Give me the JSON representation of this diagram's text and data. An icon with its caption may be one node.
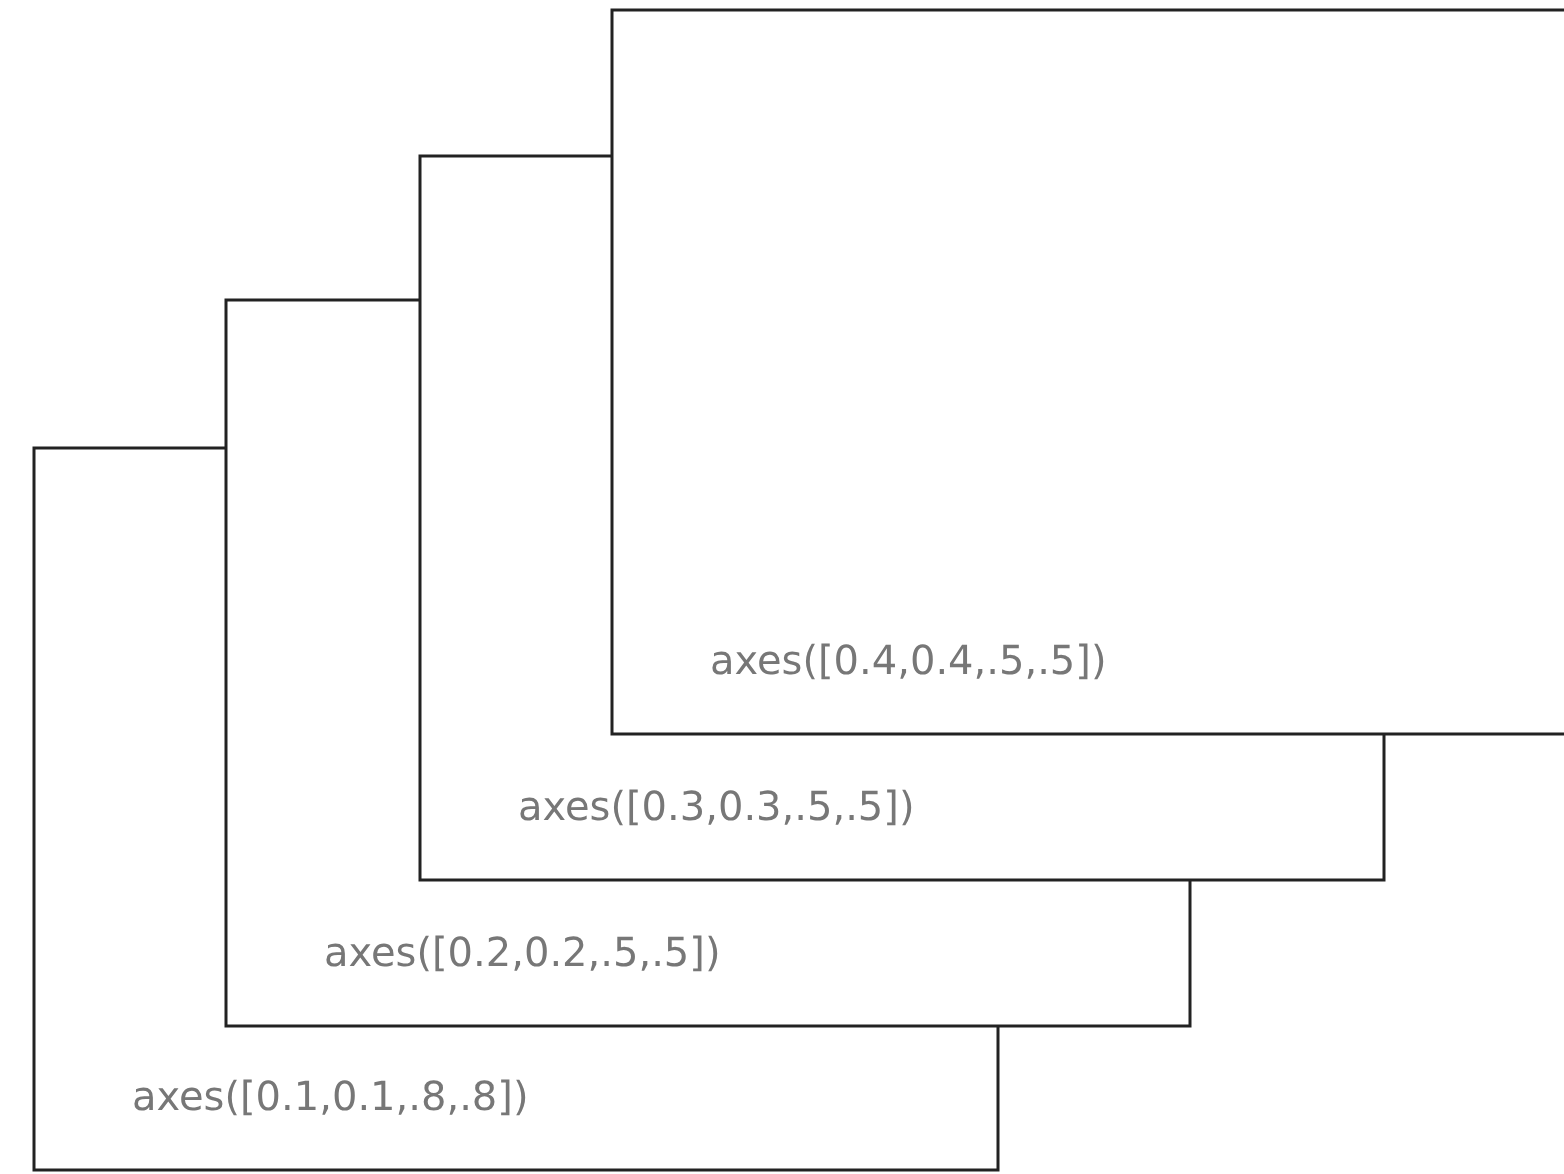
{
  "diagram": {
    "nodes": [
      {
        "text": [
          "axes([0.1,0.1,.8,.8])"
        ]
      },
      {
        "text": [
          "axes([0.2,0.2,.5,.5])"
        ]
      },
      {
        "text": [
          "axes([0.3,0.3,.5,.5])"
        ]
      },
      {
        "text": [
          "axes([0.4,0.4,.5,.5])"
        ]
      }
    ]
  }
}
